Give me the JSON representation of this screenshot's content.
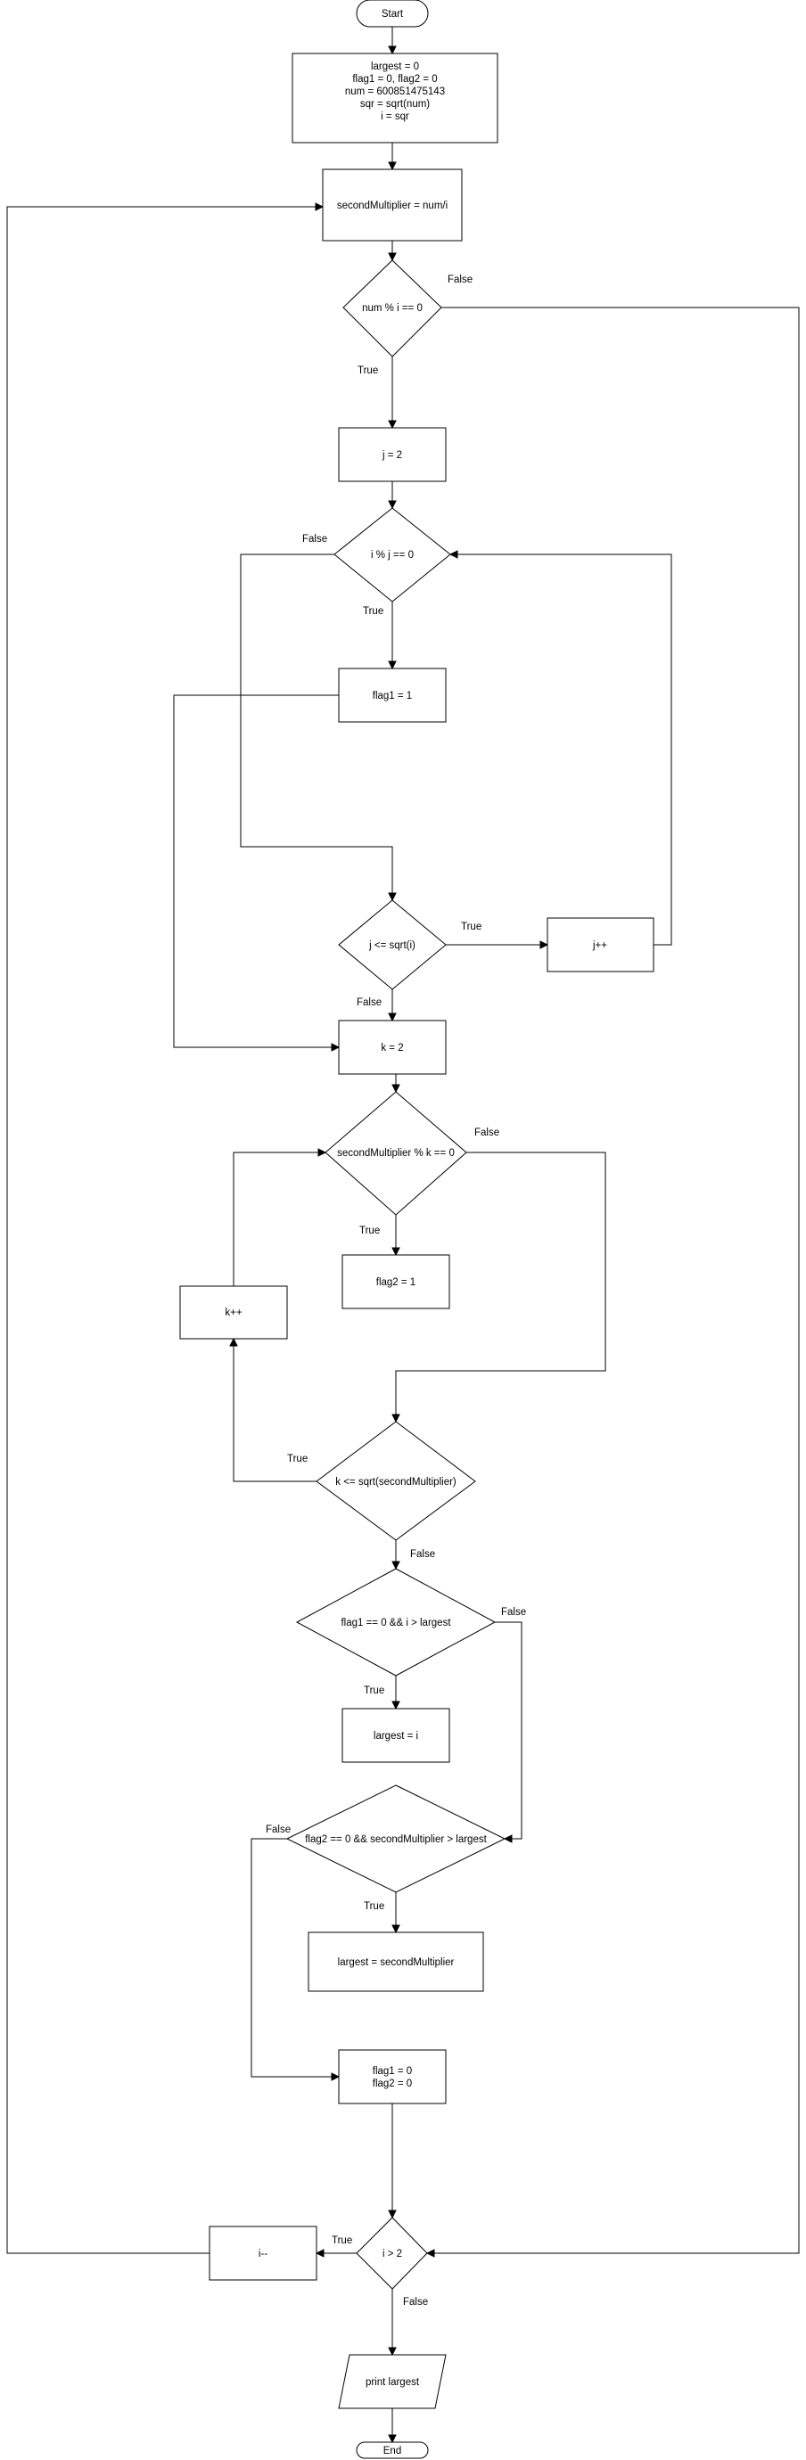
{
  "nodes": {
    "start": "Start",
    "init": [
      "largest = 0",
      "flag1 = 0, flag2 = 0",
      "num = 600851475143",
      "sqr = sqrt(num)",
      "i = sqr"
    ],
    "second_mult": "secondMultiplier = num/i",
    "num_mod_i": "num % i == 0",
    "j_init": "j = 2",
    "i_mod_j": "i % j == 0",
    "flag1_set": "flag1 = 1",
    "j_le_sqrt": "j <= sqrt(i)",
    "j_inc": "j++",
    "k_init": "k = 2",
    "sm_mod_k": "secondMultiplier % k == 0",
    "flag2_set": "flag2 = 1",
    "k_inc": "k++",
    "k_le_sqrt": "k <= sqrt(secondMultiplier)",
    "flag1_check": "flag1 == 0 && i > largest",
    "largest_i": "largest = i",
    "flag2_check": "flag2 == 0 && secondMultiplier > largest",
    "largest_sm": "largest = secondMultiplier",
    "reset": [
      "flag1 = 0",
      "flag2 = 0"
    ],
    "i_gt_2": "i > 2",
    "i_dec": "i--",
    "print": "print largest",
    "end": "End"
  },
  "edge_labels": {
    "num_mod_i_false": "False",
    "num_mod_i_true": "True",
    "i_mod_j_false": "False",
    "i_mod_j_true": "True",
    "j_le_true": "True",
    "j_le_false": "False",
    "sm_mod_k_false": "False",
    "sm_mod_k_true": "True",
    "k_le_true": "True",
    "k_le_false": "False",
    "flag1_false": "False",
    "flag1_true": "True",
    "flag2_false": "False",
    "flag2_true": "True",
    "i_gt_true": "True",
    "i_gt_false": "False"
  }
}
